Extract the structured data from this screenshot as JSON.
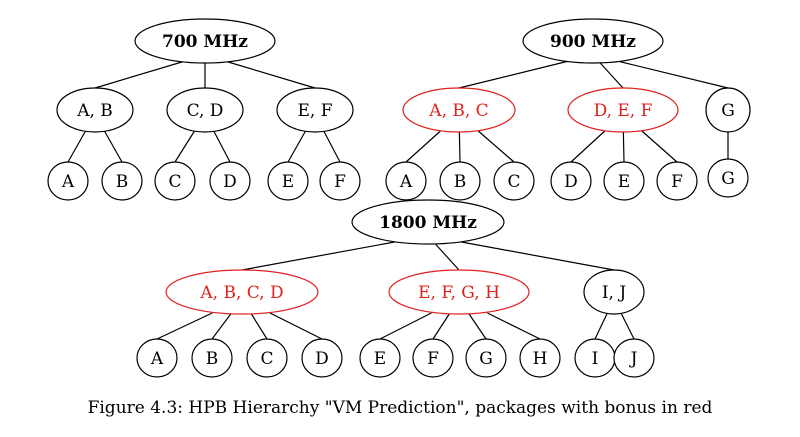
{
  "colors": {
    "default": "#000000",
    "bonus": "#e0201b"
  },
  "trees": [
    {
      "id": "tree-700",
      "root": {
        "label": "700 MHz",
        "bonus": false
      },
      "groups": [
        {
          "label": "A, B",
          "bonus": false,
          "leaves": [
            "A",
            "B"
          ]
        },
        {
          "label": "C, D",
          "bonus": false,
          "leaves": [
            "C",
            "D"
          ]
        },
        {
          "label": "E, F",
          "bonus": false,
          "leaves": [
            "E",
            "F"
          ]
        }
      ]
    },
    {
      "id": "tree-900",
      "root": {
        "label": "900 MHz",
        "bonus": false
      },
      "groups": [
        {
          "label": "A, B, C",
          "bonus": true,
          "leaves": [
            "A",
            "B",
            "C"
          ]
        },
        {
          "label": "D, E, F",
          "bonus": true,
          "leaves": [
            "D",
            "E",
            "F"
          ]
        },
        {
          "label": "G",
          "bonus": false,
          "leaves": [
            "G"
          ]
        }
      ]
    },
    {
      "id": "tree-1800",
      "root": {
        "label": "1800 MHz",
        "bonus": false
      },
      "groups": [
        {
          "label": "A, B, C, D",
          "bonus": true,
          "leaves": [
            "A",
            "B",
            "C",
            "D"
          ]
        },
        {
          "label": "E, F, G, H",
          "bonus": true,
          "leaves": [
            "E",
            "F",
            "G",
            "H"
          ]
        },
        {
          "label": "I, J",
          "bonus": false,
          "leaves": [
            "I",
            "J"
          ]
        }
      ]
    }
  ],
  "caption": "Figure 4.3: HPB Hierarchy \"VM Prediction\", packages with bonus in red"
}
